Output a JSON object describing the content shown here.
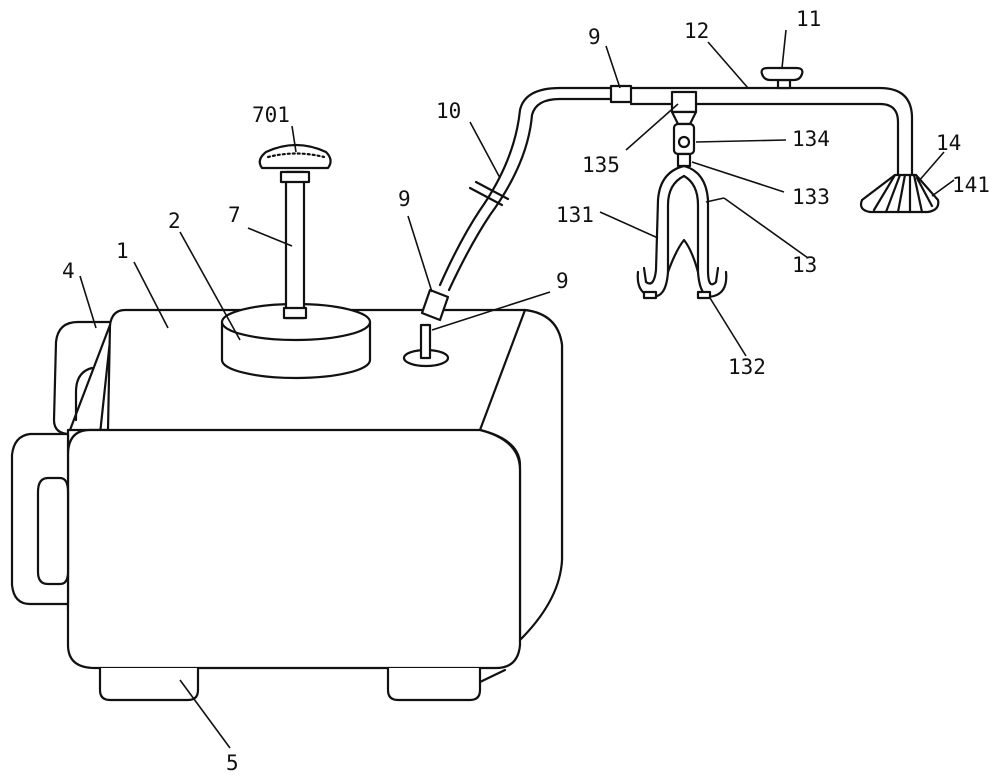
{
  "figure": {
    "labels": {
      "l1": "1",
      "l2": "2",
      "l4": "4",
      "l5": "5",
      "l7": "7",
      "l701": "701",
      "l9a": "9",
      "l9b": "9",
      "l9c": "9",
      "l10": "10",
      "l11": "11",
      "l12": "12",
      "l13": "13",
      "l131": "131",
      "l132": "132",
      "l133": "133",
      "l134": "134",
      "l135": "135",
      "l14": "14",
      "l141": "141"
    }
  },
  "colors": {
    "line": "#111111",
    "background": "#ffffff"
  }
}
